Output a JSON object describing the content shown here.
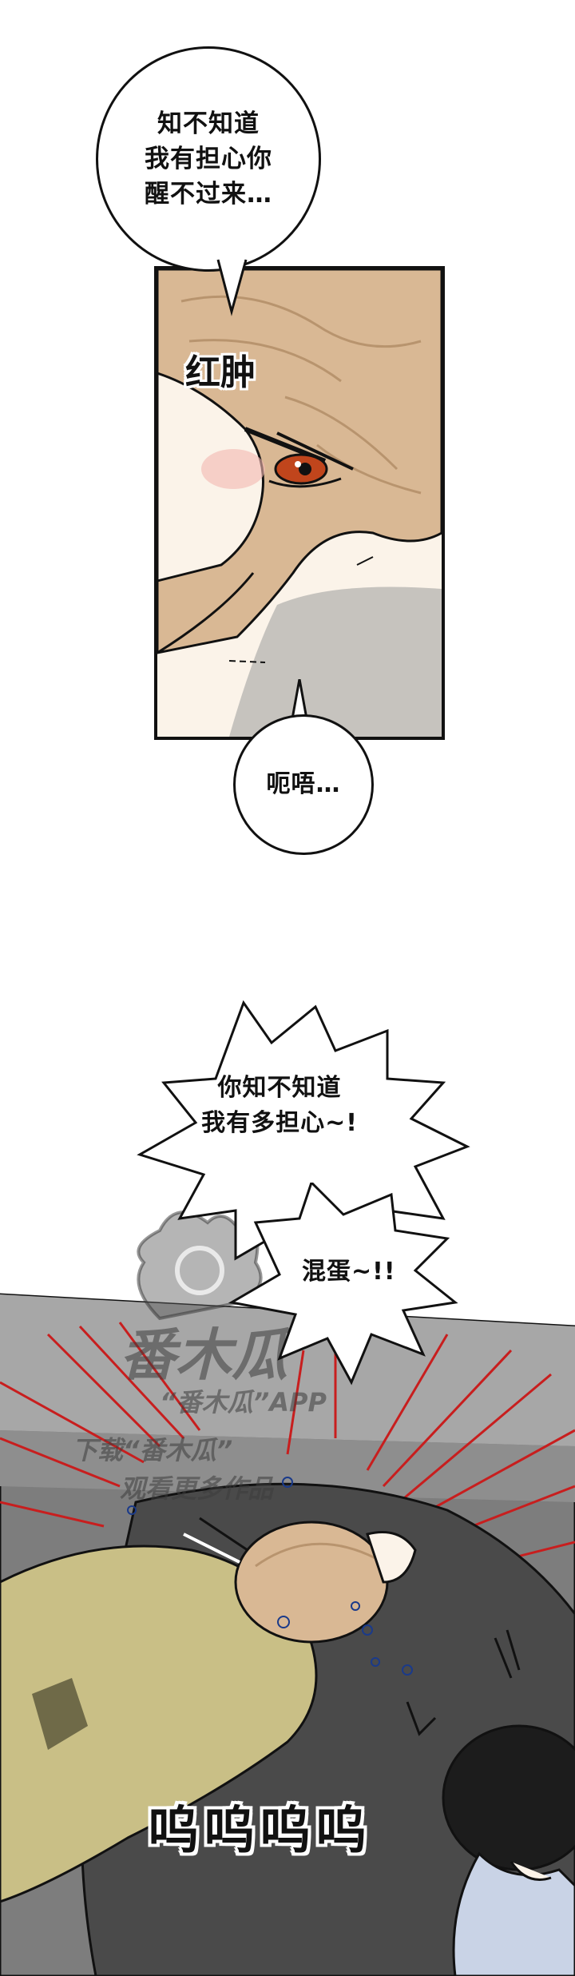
{
  "page1": {
    "bubble_worry": "知不知道\n我有担心你\n醒不过来…",
    "sfx_swollen": "红肿",
    "bubble_uh": "呃唔…"
  },
  "page2": {
    "bubble_you_know": "你知不知道\n我有多担心~!",
    "bubble_jerk": "混蛋~!!",
    "sfx_crying": "呜呜呜呜"
  },
  "watermark": {
    "brand": "番木瓜",
    "app_line": "“番木瓜”APP",
    "download_line": "下载“番木瓜”",
    "watch_line": "观看更多作品"
  },
  "colors": {
    "outline": "#111111",
    "skin": "#fbf3e9",
    "hair": "#d9b894",
    "jacket": "#c9bf86",
    "speed_lines": "#c81e1e",
    "background_gray": "#6b6b6b"
  }
}
